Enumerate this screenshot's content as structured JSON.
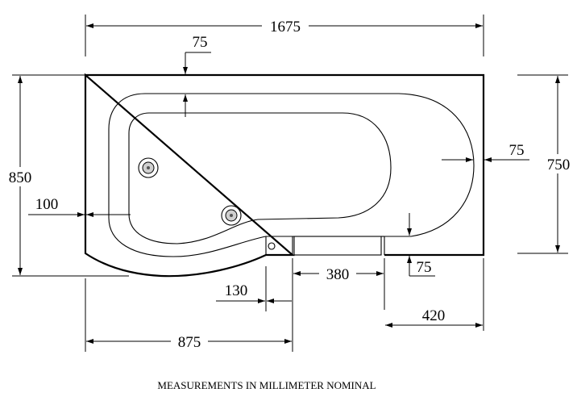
{
  "dimensions": {
    "overall_length": "1675",
    "top_rim": "75",
    "right_rim": "75",
    "front_rim": "75",
    "height_total": "850",
    "height_inner": "750",
    "left_rim": "100",
    "panel_offset": "130",
    "panel_width": "380",
    "right_panel": "420",
    "curved_section": "875"
  },
  "caption": "MEASUREMENTS IN MILLIMETER NOMINAL"
}
